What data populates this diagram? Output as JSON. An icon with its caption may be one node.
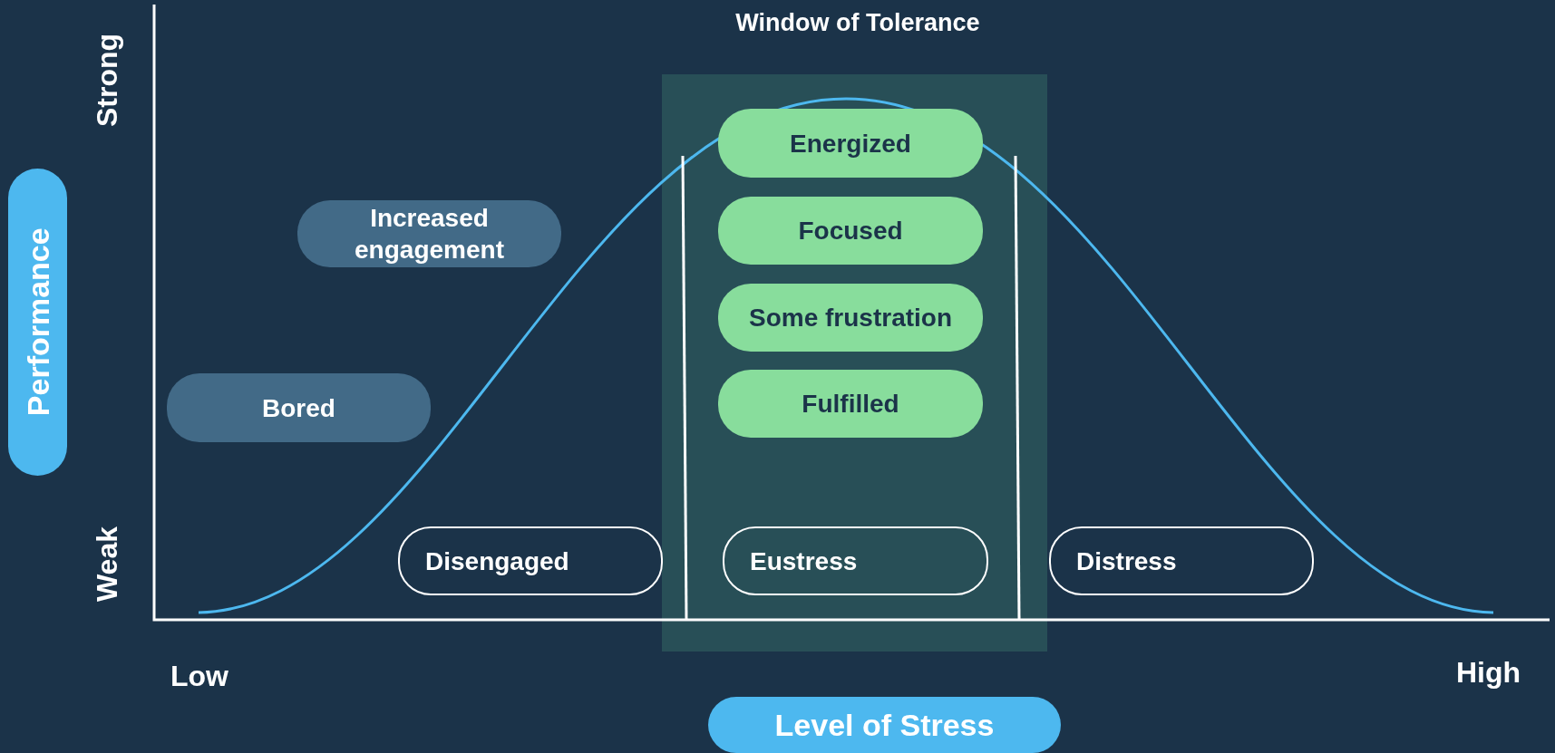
{
  "diagram": {
    "title": "Window of Tolerance",
    "nodes": [
      {
        "text": [
          "Performance"
        ]
      },
      {
        "text": [
          "Increased engagement"
        ]
      },
      {
        "text": [
          "Bored"
        ]
      },
      {
        "text": [
          "Energized"
        ]
      },
      {
        "text": [
          "Focused"
        ]
      },
      {
        "text": [
          "Some frustration"
        ]
      },
      {
        "text": [
          "Fulfilled"
        ]
      },
      {
        "text": [
          "Disengaged"
        ]
      },
      {
        "text": [
          "Eustress"
        ]
      },
      {
        "text": [
          "Distress"
        ]
      },
      {
        "text": [
          "Level of Stress"
        ]
      }
    ],
    "labels": [
      "Strong",
      "Weak",
      "Low",
      "High"
    ]
  }
}
